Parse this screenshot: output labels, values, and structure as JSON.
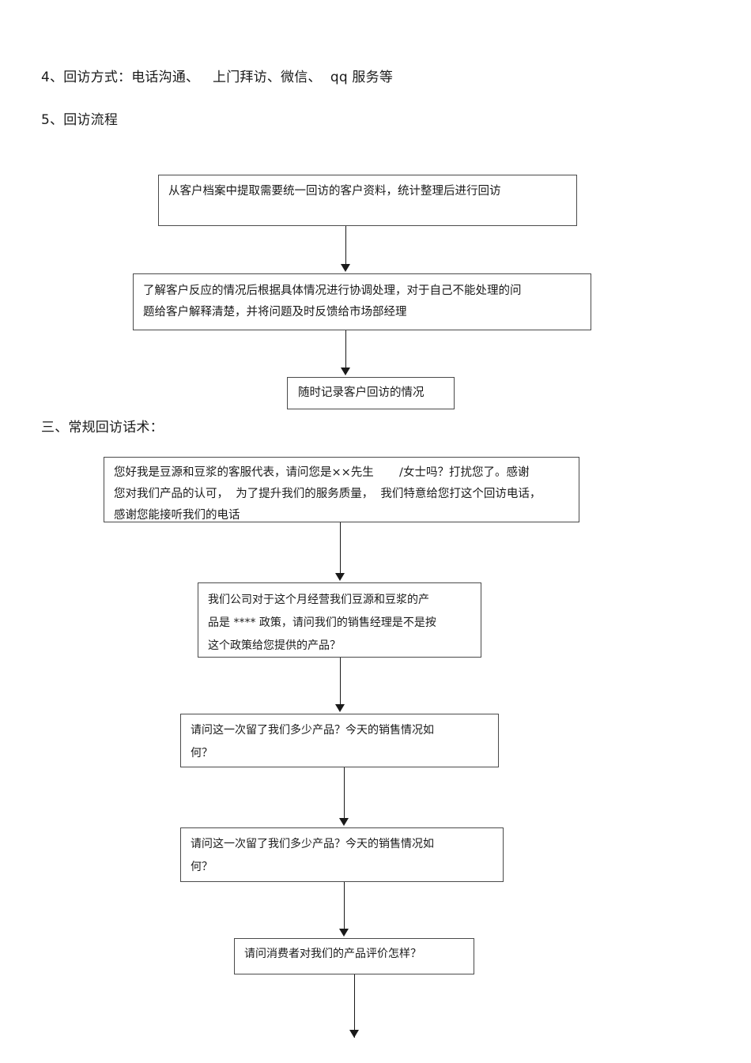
{
  "document": {
    "headings": [
      {
        "id": "heading-4",
        "text": "4、回访方式：电话沟通、   上门拜访、微信、  qq 服务等"
      },
      {
        "id": "heading-5",
        "text": "5、回访流程"
      },
      {
        "id": "heading-3",
        "text": "三、常规回访话术："
      }
    ]
  },
  "flowchart_visit_process": {
    "title": "回访流程",
    "nodes": [
      {
        "id": "extract",
        "text": "从客户档案中提取需要统一回访的客户资料，统计整理后进行回访"
      },
      {
        "id": "handle",
        "text": "了解客户反应的情况后根据具体情况进行协调处理，对于自己不能处理的问\n题给客户解释清楚，并将问题及时反馈给市场部经理"
      },
      {
        "id": "record",
        "text": "随时记录客户回访的情况"
      }
    ],
    "edges": [
      {
        "from": "extract",
        "to": "handle"
      },
      {
        "from": "handle",
        "to": "record"
      }
    ]
  },
  "flowchart_call_script": {
    "title": "常规回访话术",
    "nodes": [
      {
        "id": "greeting",
        "text": "您好我是豆源和豆浆的客服代表，请问您是××先生       /女士吗？打扰您了。感谢\n您对我们产品的认可，  为了提升我们的服务质量，  我们特意给您打这个回访电话，\n感谢您能接听我们的电话"
      },
      {
        "id": "policy",
        "text": "我们公司对于这个月经营我们豆源和豆浆的产\n品是 **** 政策，请问我们的销售经理是不是按\n这个政策给您提供的产品？"
      },
      {
        "id": "stockq1",
        "text": "请问这一次留了我们多少产品？今天的销售情况如\n何？"
      },
      {
        "id": "stockq2",
        "text": "请问这一次留了我们多少产品？今天的销售情况如\n何？"
      },
      {
        "id": "feedback",
        "text": "请问消费者对我们的产品评价怎样？"
      }
    ],
    "edges": [
      {
        "from": "greeting",
        "to": "policy"
      },
      {
        "from": "policy",
        "to": "stockq1"
      },
      {
        "from": "stockq1",
        "to": "stockq2"
      },
      {
        "from": "stockq2",
        "to": "feedback"
      },
      {
        "from": "feedback",
        "to": "next-page"
      }
    ]
  },
  "colors": {
    "page_background": "#ffffff",
    "text": "#1a1a1a",
    "box_border": "#4a4a4a",
    "connector": "#1a1a1a"
  }
}
